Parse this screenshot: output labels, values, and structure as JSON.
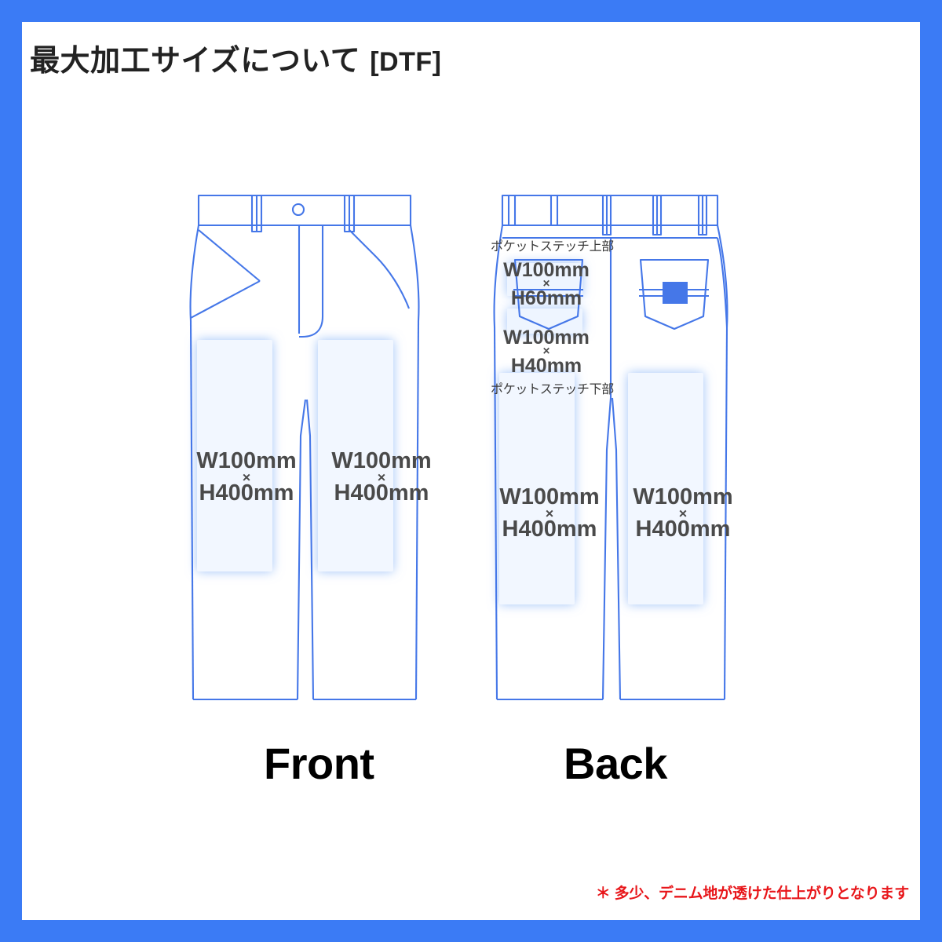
{
  "page": {
    "title_main": "最大加工サイズについて",
    "title_tag": "[DTF]",
    "border_color": "#3b7bf5",
    "sheet_color": "#ffffff"
  },
  "colors": {
    "garment_line": "#4577e8",
    "print_area_fill": "#eaf2ff",
    "print_area_glow": "#a9c8fa",
    "pocket_mark": "#4577e8",
    "size_text": "#4a4a4a",
    "caption_text": "#000000",
    "footnote_text": "#e8161a"
  },
  "views": [
    {
      "id": "front",
      "caption": "Front"
    },
    {
      "id": "back",
      "caption": "Back"
    }
  ],
  "front_view": {
    "caption": "Front",
    "print_areas": [
      {
        "name": "front-left-leg",
        "w": "W100mm",
        "sep": "×",
        "h": "H400mm"
      },
      {
        "name": "front-right-leg",
        "w": "W100mm",
        "sep": "×",
        "h": "H400mm"
      }
    ]
  },
  "back_view": {
    "caption": "Back",
    "pocket_stitch_upper": {
      "caption": "ポケットステッチ上部",
      "w": "W100mm",
      "sep": "×",
      "h": "H60mm"
    },
    "pocket_stitch_lower": {
      "caption": "ポケットステッチ下部",
      "w": "W100mm",
      "sep": "×",
      "h": "H40mm"
    },
    "print_areas": [
      {
        "name": "back-left-leg",
        "w": "W100mm",
        "sep": "×",
        "h": "H400mm"
      },
      {
        "name": "back-right-leg",
        "w": "W100mm",
        "sep": "×",
        "h": "H400mm"
      }
    ]
  },
  "footnote": "＊ 多少、デニム地が透けた仕上がりとなります"
}
